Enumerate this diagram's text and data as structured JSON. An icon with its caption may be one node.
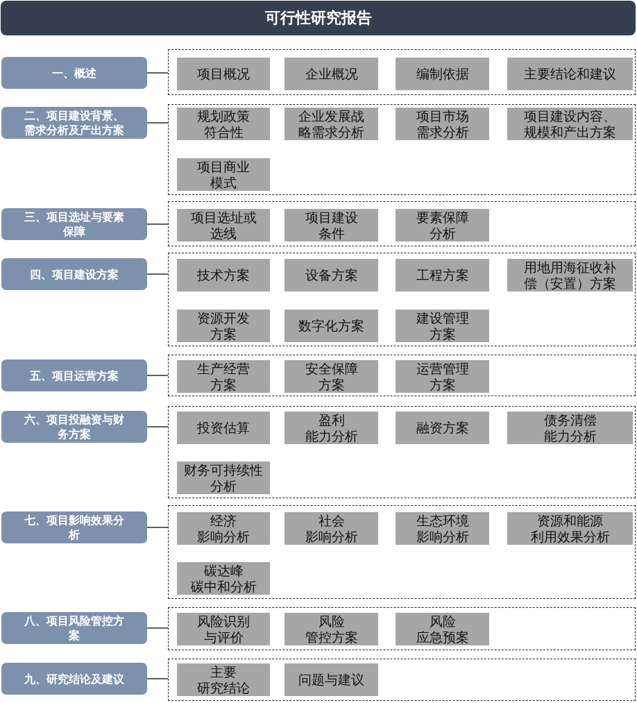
{
  "diagram": {
    "title": "可行性研究报告",
    "nodes": [
      {
        "text": [
          "一、概述"
        ]
      },
      {
        "text": [],
        "shape": "box"
      },
      {
        "text": [
          "项目概况"
        ],
        "in": 1
      },
      {
        "text": [
          "企业概况"
        ],
        "in": 1
      },
      {
        "text": [
          "编制依据"
        ],
        "in": 1
      },
      {
        "text": [
          "主要结论和建议"
        ],
        "in": 1
      },
      {
        "text": [
          "二、项目建设背景、需求分析及产出方案"
        ]
      },
      {
        "text": [],
        "shape": "box"
      },
      {
        "text": [
          "规划政策符合性"
        ],
        "in": 7
      },
      {
        "text": [
          "企业发展战略需求分析"
        ],
        "in": 7
      },
      {
        "text": [
          "项目市场需求分析"
        ],
        "in": 7
      },
      {
        "text": [
          "项目建设内容、规模和产出方案"
        ],
        "in": 7
      },
      {
        "text": [
          "项目商业模式"
        ],
        "in": 7
      },
      {
        "text": [
          "三、项目选址与要素保障"
        ]
      },
      {
        "text": [],
        "shape": "box"
      },
      {
        "text": [
          "项目选址或选线"
        ],
        "in": 14
      },
      {
        "text": [
          "项目建设条件"
        ],
        "in": 14
      },
      {
        "text": [
          "要素保障分析"
        ],
        "in": 14
      },
      {
        "text": [
          "四、项目建设方案"
        ]
      },
      {
        "text": [],
        "shape": "box"
      },
      {
        "text": [
          "技术方案"
        ],
        "in": 19
      },
      {
        "text": [
          "设备方案"
        ],
        "in": 19
      },
      {
        "text": [
          "工程方案"
        ],
        "in": 19
      },
      {
        "text": [
          "用地用海征收补偿（安置）方案"
        ],
        "in": 19
      },
      {
        "text": [
          "资源开发方案"
        ],
        "in": 19
      },
      {
        "text": [
          "数字化方案"
        ],
        "in": 19
      },
      {
        "text": [
          "建设管理方案"
        ],
        "in": 19
      },
      {
        "text": [
          "五、项目运营方案"
        ]
      },
      {
        "text": [],
        "shape": "box"
      },
      {
        "text": [
          "生产经营方案"
        ],
        "in": 28
      },
      {
        "text": [
          "安全保障方案"
        ],
        "in": 28
      },
      {
        "text": [
          "运营管理方案"
        ],
        "in": 28
      },
      {
        "text": [
          "六、项目投融资与财务方案"
        ]
      },
      {
        "text": [],
        "shape": "box"
      },
      {
        "text": [
          "投资估算"
        ],
        "in": 33
      },
      {
        "text": [
          "盈利能力分析"
        ],
        "in": 33
      },
      {
        "text": [
          "融资方案"
        ],
        "in": 33
      },
      {
        "text": [
          "债务清偿能力分析"
        ],
        "in": 33
      },
      {
        "text": [
          "财务可持续性分析"
        ],
        "in": 33
      },
      {
        "text": [
          "七、项目影响效果分析"
        ]
      },
      {
        "text": [],
        "shape": "box"
      },
      {
        "text": [
          "经济影响分析"
        ],
        "in": 40
      },
      {
        "text": [
          "社会影响分析"
        ],
        "in": 40
      },
      {
        "text": [
          "生态环境影响分析"
        ],
        "in": 40
      },
      {
        "text": [
          "资源和能源利用效果分析"
        ],
        "in": 40
      },
      {
        "text": [
          "碳达峰碳中和分析"
        ],
        "in": 40
      },
      {
        "text": [
          "八、项目风险管控方案"
        ]
      },
      {
        "text": [],
        "shape": "box"
      },
      {
        "text": [
          "风险识别与评价"
        ],
        "in": 47
      },
      {
        "text": [
          "风险管控方案"
        ],
        "in": 47
      },
      {
        "text": [
          "风险应急预案"
        ],
        "in": 47
      },
      {
        "text": [
          "九、研究结论及建议"
        ]
      },
      {
        "text": [],
        "shape": "box"
      },
      {
        "text": [
          "主要研究结论"
        ],
        "in": 52
      },
      {
        "text": [
          "问题与建议"
        ],
        "in": 52
      }
    ],
    "edges": [
      {
        "from": 0,
        "to": 1,
        "arrow": "none"
      },
      {
        "from": 6,
        "to": 7,
        "arrow": "none"
      },
      {
        "from": 13,
        "to": 14,
        "arrow": "none"
      },
      {
        "from": 18,
        "to": 19,
        "arrow": "none"
      },
      {
        "from": 27,
        "to": 28,
        "arrow": "none"
      },
      {
        "from": 32,
        "to": 33,
        "arrow": "none"
      },
      {
        "from": 39,
        "to": 40,
        "arrow": "none"
      },
      {
        "from": 46,
        "to": 47,
        "arrow": "none"
      },
      {
        "from": 51,
        "to": 52,
        "arrow": "none"
      }
    ]
  }
}
